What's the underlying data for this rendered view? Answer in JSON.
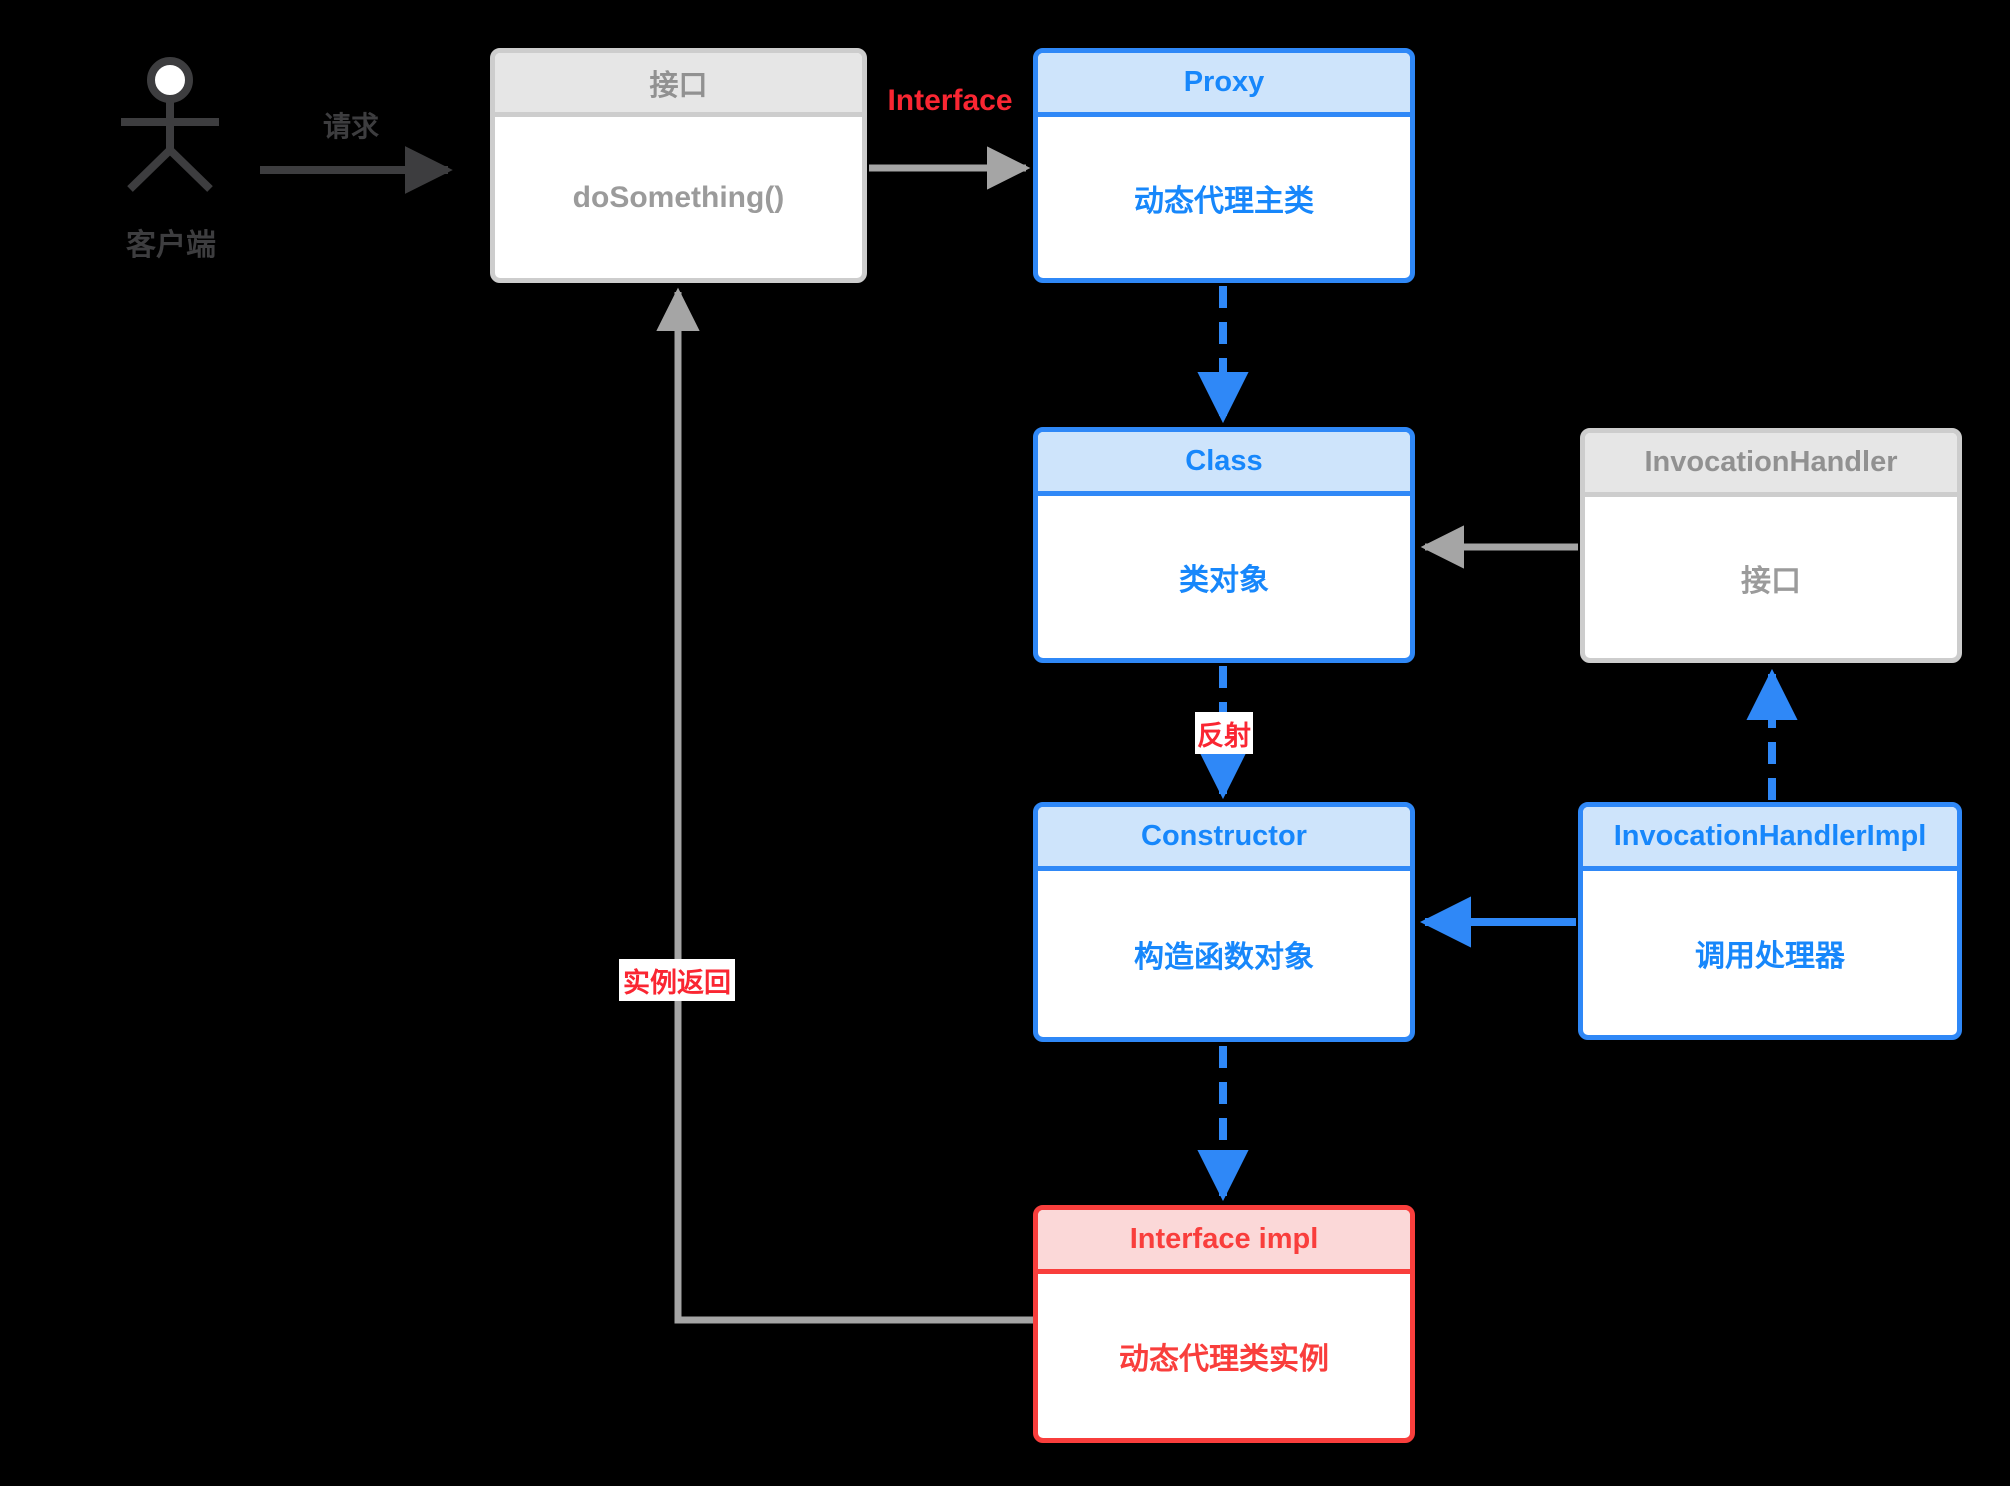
{
  "colors": {
    "blue_accent": "#2F88F7",
    "blue_header_bg": "#CEE4FB",
    "blue_text": "#1787FB",
    "gray_border": "#CDCDCD",
    "gray_header_bg": "#E6E6E6",
    "gray_text": "#919191",
    "red_accent": "#F93E3C",
    "red_header_bg": "#FBD8D8",
    "red_label": "#FA2632",
    "dark_text": "#3D3D3F",
    "arrow_gray": "#A5A5A5"
  },
  "actor": {
    "label": "客户端"
  },
  "edge_labels": {
    "request": "请求",
    "interface": "Interface",
    "reflection": "反射",
    "instance_return": "实例返回"
  },
  "nodes": {
    "interface": {
      "title": "接口",
      "body": "doSomething()"
    },
    "proxy": {
      "title": "Proxy",
      "body": "动态代理主类"
    },
    "class": {
      "title": "Class",
      "body": "类对象"
    },
    "invocation_handler": {
      "title": "InvocationHandler",
      "body": "接口"
    },
    "constructor": {
      "title": "Constructor",
      "body": "构造函数对象"
    },
    "invocation_handler_impl": {
      "title": "InvocationHandlerImpl",
      "body": "调用处理器"
    },
    "interface_impl": {
      "title": "Interface impl",
      "body": "动态代理类实例"
    }
  }
}
